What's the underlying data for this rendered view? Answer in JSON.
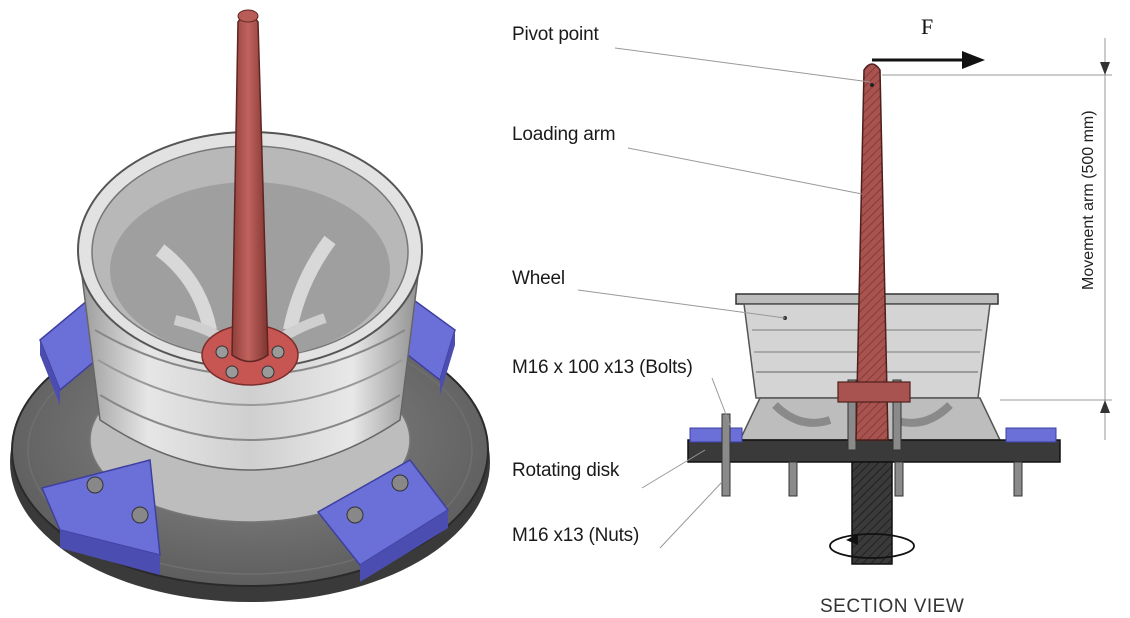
{
  "labels": {
    "pivot_point": "Pivot point",
    "loading_arm": "Loading arm",
    "wheel": "Wheel",
    "bolts": "M16 x 100 x13 (Bolts)",
    "rotating_disk": "Rotating disk",
    "nuts": "M16 x13 (Nuts)",
    "force": "F",
    "movement_arm": "Movement arm (500 mm)",
    "section_view": "SECTION VIEW"
  },
  "colors": {
    "arm": "#a8534f",
    "blocks": "#6b6fd8",
    "disk": "#3c3c3c",
    "wheel": "#c9c9c9"
  }
}
